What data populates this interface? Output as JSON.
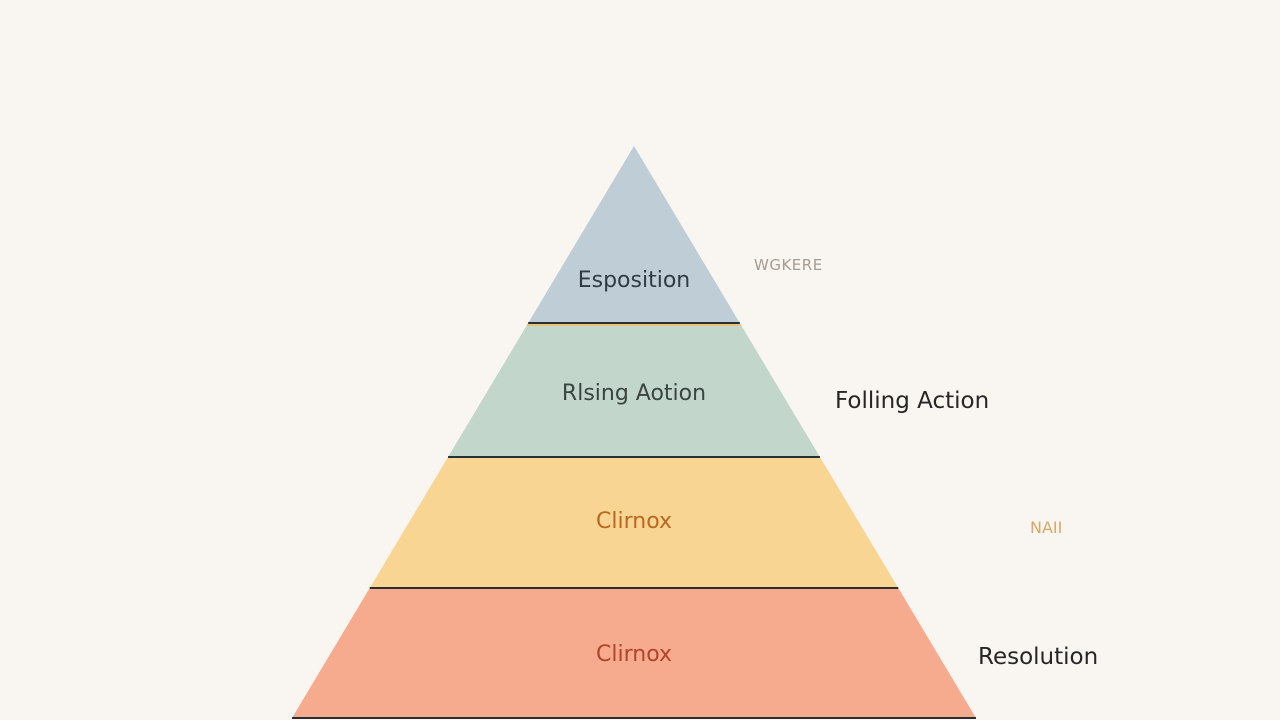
{
  "layers": [
    {
      "label": "Esposition",
      "fill": "#bfcdd6",
      "text_color": "#2f3b45"
    },
    {
      "label": "Rlsing Aotion",
      "fill": "#c3d6cc",
      "text_color": "#3a4540"
    },
    {
      "label": "Clirnox",
      "fill": "#f9d594",
      "text_color": "#b8691f"
    },
    {
      "label": "Clirnox",
      "fill": "#f6ab8e",
      "text_color": "#b0452c"
    }
  ],
  "side_labels": [
    {
      "text": "WGKERE"
    },
    {
      "text": "Folling Action"
    },
    {
      "text": "NAII"
    },
    {
      "text": "Resolution"
    }
  ],
  "colors": {
    "background": "#f9f6f1",
    "divider": "#2a2f33",
    "accent_divider": "#e8c27a"
  }
}
